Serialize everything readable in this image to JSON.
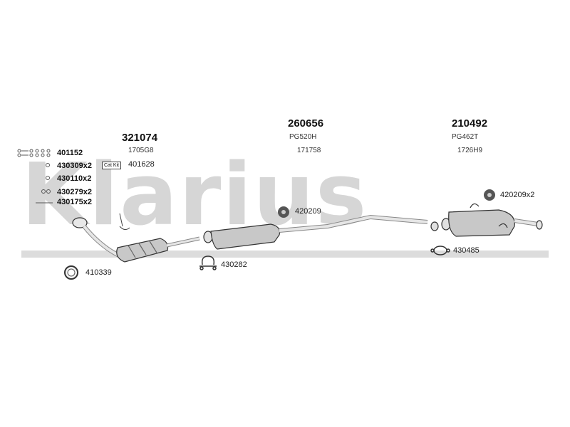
{
  "watermark": {
    "text": "Klarius"
  },
  "assemblies": [
    {
      "main": "321074",
      "sub": "1705G8"
    },
    {
      "main": "260656",
      "sub": "PG520H",
      "sub2": "171758"
    },
    {
      "main": "210492",
      "sub": "PG462T",
      "sub2": "1726H9"
    }
  ],
  "fittings_list": [
    {
      "code": "401152"
    },
    {
      "code": "430309x2",
      "tag": "Cat Kit",
      "ref": "401628"
    },
    {
      "code": "430110x2"
    },
    {
      "code": "430279x2"
    },
    {
      "code": "430175x2"
    }
  ],
  "callouts": {
    "ring_front": "410339",
    "clamp_mid": "430282",
    "mount_mid": "420209",
    "mount_rear": "420209x2",
    "clamp_rear": "430485"
  }
}
